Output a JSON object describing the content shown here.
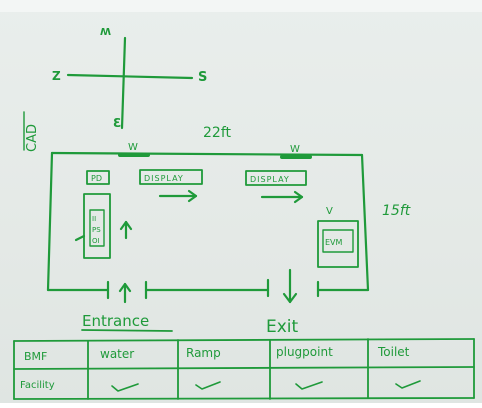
{
  "ink_color": "#1f9a3a",
  "paper_color": "#e6ebe8",
  "compass": {
    "north": "W",
    "west": "Z",
    "east": "S",
    "south": "Ɛ"
  },
  "side_note": "CAD",
  "plan": {
    "top_dimension": "22ft",
    "side_dimension": "15ft",
    "window_marks": [
      "W",
      "W"
    ],
    "right_window_mark": "V",
    "boxes": {
      "pd": "PD",
      "display_1": "DISPLAY",
      "display_2": "DISPLAY",
      "shelf_lines": [
        "II",
        "PS",
        "OI"
      ],
      "evm": "EVM"
    },
    "entrance_label": "Entrance",
    "exit_label": "Exit"
  },
  "table": {
    "headers": [
      "BMF",
      "water",
      "Ramp",
      "plugpoint",
      "Toilet"
    ],
    "row_label": "Facility",
    "row_marks": [
      "check",
      "check",
      "check",
      "check"
    ]
  }
}
